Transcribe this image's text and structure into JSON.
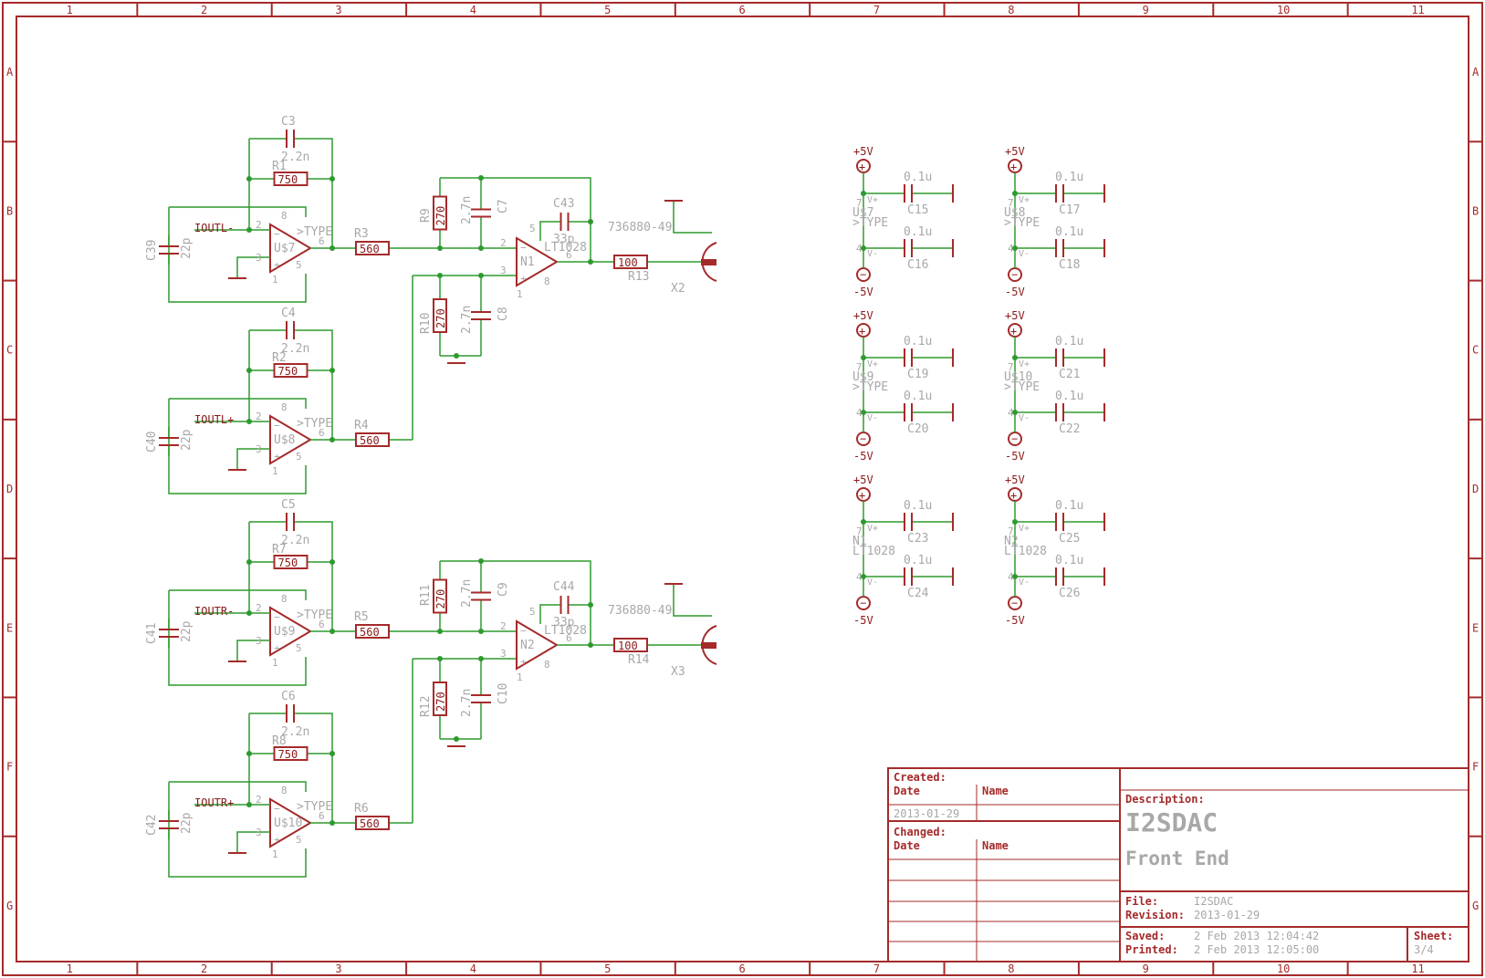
{
  "frame": {
    "columns": [
      "1",
      "2",
      "3",
      "4",
      "5",
      "6",
      "7",
      "8",
      "9",
      "10",
      "11"
    ],
    "rows": [
      "A",
      "B",
      "C",
      "D",
      "E",
      "F",
      "G"
    ]
  },
  "input_stages": [
    {
      "op": "U$7",
      "op_type": ">TYPE",
      "net": "IOUTL-",
      "c_in": "C39",
      "c_in_val": "22p",
      "c_fb": "C3",
      "c_fb_val": "2.2n",
      "r_fb": "R1",
      "r_fb_val": "750",
      "r_out": "R3",
      "r_out_val": "560"
    },
    {
      "op": "U$8",
      "op_type": ">TYPE",
      "net": "IOUTL+",
      "c_in": "C40",
      "c_in_val": "22p",
      "c_fb": "C4",
      "c_fb_val": "2.2n",
      "r_fb": "R2",
      "r_fb_val": "750",
      "r_out": "R4",
      "r_out_val": "560"
    },
    {
      "op": "U$9",
      "op_type": ">TYPE",
      "net": "IOUTR-",
      "c_in": "C41",
      "c_in_val": "22p",
      "c_fb": "C5",
      "c_fb_val": "2.2n",
      "r_fb": "R7",
      "r_fb_val": "750",
      "r_out": "R5",
      "r_out_val": "560"
    },
    {
      "op": "U$10",
      "op_type": ">TYPE",
      "net": "IOUTR+",
      "c_in": "C42",
      "c_in_val": "22p",
      "c_fb": "C6",
      "c_fb_val": "2.2n",
      "r_fb": "R8",
      "r_fb_val": "750",
      "r_out": "R6",
      "r_out_val": "560"
    }
  ],
  "diff_stages": [
    {
      "op": "N1",
      "op_type": "LT1028",
      "r_top": "R9",
      "r_top_val": "270",
      "c_top": "C7",
      "c_top_val": "2.7n",
      "r_bot": "R10",
      "r_bot_val": "270",
      "c_bot": "C8",
      "c_bot_val": "2.7n",
      "c_fb": "C43",
      "c_fb_val": "33p",
      "r_out": "R13",
      "r_out_val": "100",
      "conn_val": "736880-49",
      "conn": "X2"
    },
    {
      "op": "N2",
      "op_type": "LT1028",
      "r_top": "R11",
      "r_top_val": "270",
      "c_top": "C9",
      "c_top_val": "2.7n",
      "r_bot": "R12",
      "r_bot_val": "270",
      "c_bot": "C10",
      "c_bot_val": "2.7n",
      "c_fb": "C44",
      "c_fb_val": "33p",
      "r_out": "R14",
      "r_out_val": "100",
      "conn_val": "736880-49",
      "conn": "X3"
    }
  ],
  "power_blocks": [
    {
      "name": "U$7",
      "type": ">TYPE",
      "pos": "+5V",
      "neg": "-5V",
      "c1": "C15",
      "c2": "C16",
      "cval": "0.1u"
    },
    {
      "name": "U$8",
      "type": ">TYPE",
      "pos": "+5V",
      "neg": "-5V",
      "c1": "C17",
      "c2": "C18",
      "cval": "0.1u"
    },
    {
      "name": "U$9",
      "type": ">TYPE",
      "pos": "+5V",
      "neg": "-5V",
      "c1": "C19",
      "c2": "C20",
      "cval": "0.1u"
    },
    {
      "name": "U$10",
      "type": ">TYPE",
      "pos": "+5V",
      "neg": "-5V",
      "c1": "C21",
      "c2": "C22",
      "cval": "0.1u"
    },
    {
      "name": "N1",
      "type": "LT1028",
      "pos": "+5V",
      "neg": "-5V",
      "c1": "C23",
      "c2": "C24",
      "cval": "0.1u"
    },
    {
      "name": "N2",
      "type": "LT1028",
      "pos": "+5V",
      "neg": "-5V",
      "c1": "C25",
      "c2": "C26",
      "cval": "0.1u"
    }
  ],
  "title_block": {
    "created_label": "Created:",
    "date_label": "Date",
    "name_label": "Name",
    "created_date": "2013-01-29",
    "changed_label": "Changed:",
    "description_label": "Description:",
    "title": "I2SDAC",
    "subtitle": "Front End",
    "file_label": "File:",
    "file": "I2SDAC",
    "revision_label": "Revision:",
    "revision": "2013-01-29",
    "saved_label": "Saved:",
    "saved": "2 Feb 2013 12:04:42",
    "printed_label": "Printed:",
    "printed": "2 Feb 2013 12:05:00",
    "sheet_label": "Sheet:",
    "sheet": "3/4"
  },
  "colors": {
    "frame": "#a52a2a",
    "wire": "#2e9a2e",
    "label": "#a8a8a8"
  }
}
